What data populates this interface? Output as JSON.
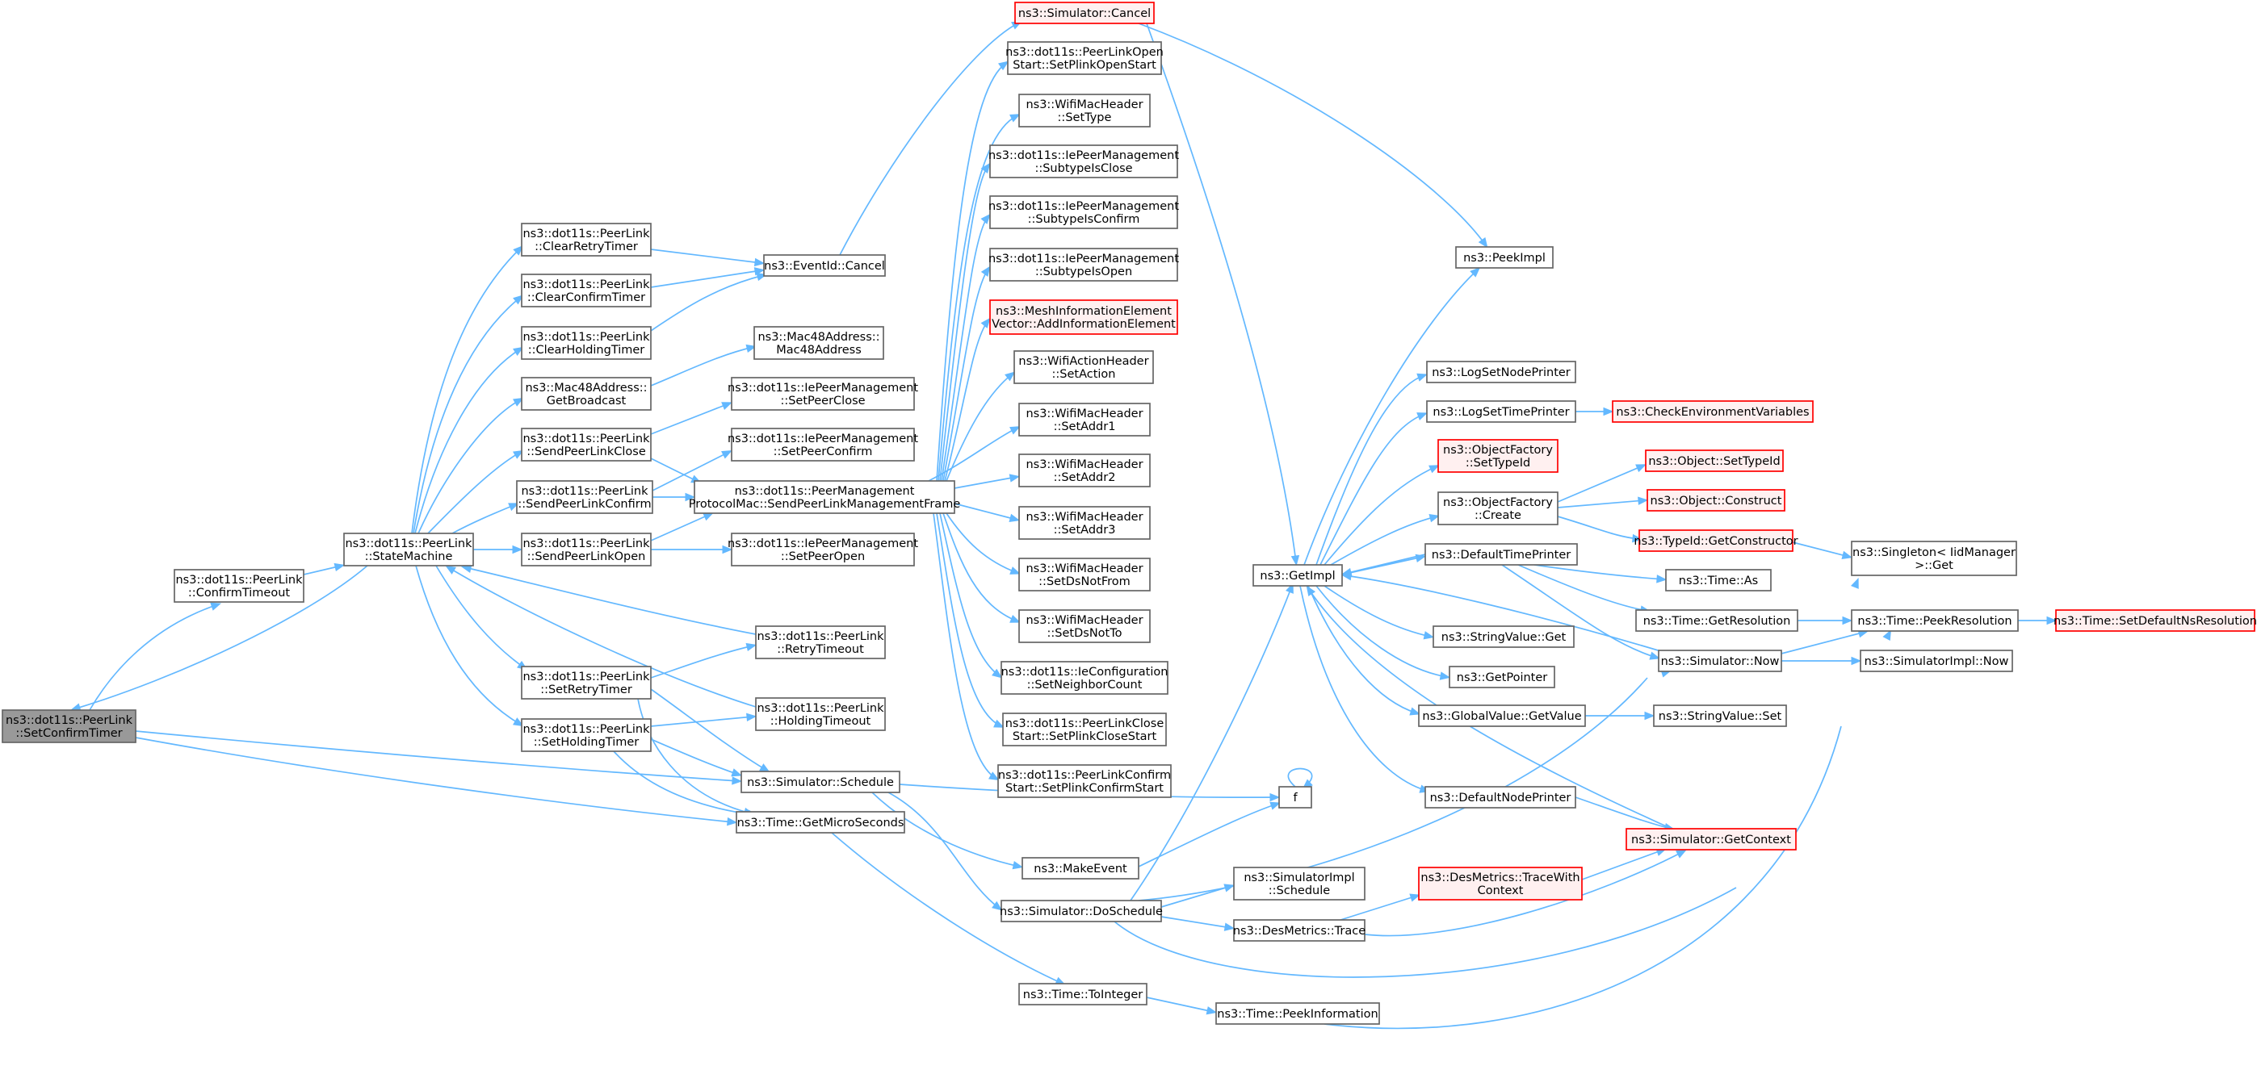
{
  "style": {
    "node_border": "#666666",
    "node_fill": "#ffffff",
    "root_fill": "#999999",
    "truncated_border": "#ff0000",
    "truncated_fill": "#fff0f0",
    "edge_color": "#63b8ff"
  },
  "nodes": [
    {
      "id": "n_setconfirmtimer",
      "lines": [
        "ns3::dot11s::PeerLink",
        "::SetConfirmTimer"
      ],
      "kind": "root"
    },
    {
      "id": "n_confirmtimeout",
      "lines": [
        "ns3::dot11s::PeerLink",
        "::ConfirmTimeout"
      ],
      "kind": "normal"
    },
    {
      "id": "n_statemachine",
      "lines": [
        "ns3::dot11s::PeerLink",
        "::StateMachine"
      ],
      "kind": "normal"
    },
    {
      "id": "n_clearretrytimer",
      "lines": [
        "ns3::dot11s::PeerLink",
        "::ClearRetryTimer"
      ],
      "kind": "normal"
    },
    {
      "id": "n_clearconfirmtimer",
      "lines": [
        "ns3::dot11s::PeerLink",
        "::ClearConfirmTimer"
      ],
      "kind": "normal"
    },
    {
      "id": "n_clearholdingtimer",
      "lines": [
        "ns3::dot11s::PeerLink",
        "::ClearHoldingTimer"
      ],
      "kind": "normal"
    },
    {
      "id": "n_getbroadcast",
      "lines": [
        "ns3::Mac48Address::",
        "GetBroadcast"
      ],
      "kind": "normal"
    },
    {
      "id": "n_sendpeerlinkclose",
      "lines": [
        "ns3::dot11s::PeerLink",
        "::SendPeerLinkClose"
      ],
      "kind": "normal"
    },
    {
      "id": "n_sendpeerlinkconfirm",
      "lines": [
        "ns3::dot11s::PeerLink",
        "::SendPeerLinkConfirm"
      ],
      "kind": "normal"
    },
    {
      "id": "n_sendpeerlinkopen",
      "lines": [
        "ns3::dot11s::PeerLink",
        "::SendPeerLinkOpen"
      ],
      "kind": "normal"
    },
    {
      "id": "n_setretrytimer",
      "lines": [
        "ns3::dot11s::PeerLink",
        "::SetRetryTimer"
      ],
      "kind": "normal"
    },
    {
      "id": "n_setholdingtimer",
      "lines": [
        "ns3::dot11s::PeerLink",
        "::SetHoldingTimer"
      ],
      "kind": "normal"
    },
    {
      "id": "n_eventidcancel",
      "lines": [
        "ns3::EventId::Cancel"
      ],
      "kind": "normal"
    },
    {
      "id": "n_mac48address",
      "lines": [
        "ns3::Mac48Address::",
        "Mac48Address"
      ],
      "kind": "normal"
    },
    {
      "id": "n_setpeerclose",
      "lines": [
        "ns3::dot11s::IePeerManagement",
        "::SetPeerClose"
      ],
      "kind": "normal"
    },
    {
      "id": "n_setpeerconfirm",
      "lines": [
        "ns3::dot11s::IePeerManagement",
        "::SetPeerConfirm"
      ],
      "kind": "normal"
    },
    {
      "id": "n_sendplmf",
      "lines": [
        "ns3::dot11s::PeerManagement",
        "ProtocolMac::SendPeerLinkManagementFrame"
      ],
      "kind": "normal"
    },
    {
      "id": "n_setpeeropen",
      "lines": [
        "ns3::dot11s::IePeerManagement",
        "::SetPeerOpen"
      ],
      "kind": "normal"
    },
    {
      "id": "n_retrytimeout",
      "lines": [
        "ns3::dot11s::PeerLink",
        "::RetryTimeout"
      ],
      "kind": "normal"
    },
    {
      "id": "n_holdingtimeout",
      "lines": [
        "ns3::dot11s::PeerLink",
        "::HoldingTimeout"
      ],
      "kind": "normal"
    },
    {
      "id": "n_simschedule",
      "lines": [
        "ns3::Simulator::Schedule"
      ],
      "kind": "normal"
    },
    {
      "id": "n_getmicroseconds",
      "lines": [
        "ns3::Time::GetMicroSeconds"
      ],
      "kind": "normal"
    },
    {
      "id": "n_simcancel",
      "lines": [
        "ns3::Simulator::Cancel"
      ],
      "kind": "truncated"
    },
    {
      "id": "n_setplinkopenstart",
      "lines": [
        "ns3::dot11s::PeerLinkOpen",
        "Start::SetPlinkOpenStart"
      ],
      "kind": "normal"
    },
    {
      "id": "n_settype",
      "lines": [
        "ns3::WifiMacHeader",
        "::SetType"
      ],
      "kind": "normal"
    },
    {
      "id": "n_subtypeisclose",
      "lines": [
        "ns3::dot11s::IePeerManagement",
        "::SubtypeIsClose"
      ],
      "kind": "normal"
    },
    {
      "id": "n_subtypeisconfirm",
      "lines": [
        "ns3::dot11s::IePeerManagement",
        "::SubtypeIsConfirm"
      ],
      "kind": "normal"
    },
    {
      "id": "n_subtypeisopen",
      "lines": [
        "ns3::dot11s::IePeerManagement",
        "::SubtypeIsOpen"
      ],
      "kind": "normal"
    },
    {
      "id": "n_addinfoelement",
      "lines": [
        "ns3::MeshInformationElement",
        "Vector::AddInformationElement"
      ],
      "kind": "truncated"
    },
    {
      "id": "n_setaction",
      "lines": [
        "ns3::WifiActionHeader",
        "::SetAction"
      ],
      "kind": "normal"
    },
    {
      "id": "n_setaddr1",
      "lines": [
        "ns3::WifiMacHeader",
        "::SetAddr1"
      ],
      "kind": "normal"
    },
    {
      "id": "n_setaddr2",
      "lines": [
        "ns3::WifiMacHeader",
        "::SetAddr2"
      ],
      "kind": "normal"
    },
    {
      "id": "n_setaddr3",
      "lines": [
        "ns3::WifiMacHeader",
        "::SetAddr3"
      ],
      "kind": "normal"
    },
    {
      "id": "n_setdsnotfrom",
      "lines": [
        "ns3::WifiMacHeader",
        "::SetDsNotFrom"
      ],
      "kind": "normal"
    },
    {
      "id": "n_setdsnotto",
      "lines": [
        "ns3::WifiMacHeader",
        "::SetDsNotTo"
      ],
      "kind": "normal"
    },
    {
      "id": "n_setneighborcount",
      "lines": [
        "ns3::dot11s::IeConfiguration",
        "::SetNeighborCount"
      ],
      "kind": "normal"
    },
    {
      "id": "n_setplinkclosestart",
      "lines": [
        "ns3::dot11s::PeerLinkClose",
        "Start::SetPlinkCloseStart"
      ],
      "kind": "normal"
    },
    {
      "id": "n_setplinkconfirmstart",
      "lines": [
        "ns3::dot11s::PeerLinkConfirm",
        "Start::SetPlinkConfirmStart"
      ],
      "kind": "normal"
    },
    {
      "id": "n_makeevent",
      "lines": [
        "ns3::MakeEvent"
      ],
      "kind": "normal"
    },
    {
      "id": "n_doschedule",
      "lines": [
        "ns3::Simulator::DoSchedule"
      ],
      "kind": "normal"
    },
    {
      "id": "n_tointeger",
      "lines": [
        "ns3::Time::ToInteger"
      ],
      "kind": "normal"
    },
    {
      "id": "n_f",
      "lines": [
        "f"
      ],
      "kind": "normal"
    },
    {
      "id": "n_getimpl",
      "lines": [
        "ns3::GetImpl"
      ],
      "kind": "normal"
    },
    {
      "id": "n_simimplschedule",
      "lines": [
        "ns3::SimulatorImpl",
        "::Schedule"
      ],
      "kind": "normal"
    },
    {
      "id": "n_desmetricstrace",
      "lines": [
        "ns3::DesMetrics::Trace"
      ],
      "kind": "normal"
    },
    {
      "id": "n_peekinformation",
      "lines": [
        "ns3::Time::PeekInformation"
      ],
      "kind": "normal"
    },
    {
      "id": "n_peekimpl",
      "lines": [
        "ns3::PeekImpl"
      ],
      "kind": "normal"
    },
    {
      "id": "n_logsetnodeprinter",
      "lines": [
        "ns3::LogSetNodePrinter"
      ],
      "kind": "normal"
    },
    {
      "id": "n_logsettimeprinter",
      "lines": [
        "ns3::LogSetTimePrinter"
      ],
      "kind": "normal"
    },
    {
      "id": "n_ofsettypeid",
      "lines": [
        "ns3::ObjectFactory",
        "::SetTypeId"
      ],
      "kind": "truncated"
    },
    {
      "id": "n_ofcreate",
      "lines": [
        "ns3::ObjectFactory",
        "::Create"
      ],
      "kind": "normal"
    },
    {
      "id": "n_defaulttimeprinter",
      "lines": [
        "ns3::DefaultTimePrinter"
      ],
      "kind": "normal"
    },
    {
      "id": "n_stringvalueget",
      "lines": [
        "ns3::StringValue::Get"
      ],
      "kind": "normal"
    },
    {
      "id": "n_getpointer",
      "lines": [
        "ns3::GetPointer"
      ],
      "kind": "normal"
    },
    {
      "id": "n_globalvalueget",
      "lines": [
        "ns3::GlobalValue::GetValue"
      ],
      "kind": "normal"
    },
    {
      "id": "n_defaultnodeprinter",
      "lines": [
        "ns3::DefaultNodePrinter"
      ],
      "kind": "normal"
    },
    {
      "id": "n_tracewithcontext",
      "lines": [
        "ns3::DesMetrics::TraceWith",
        "Context"
      ],
      "kind": "truncated"
    },
    {
      "id": "n_checkenv",
      "lines": [
        "ns3::CheckEnvironmentVariables"
      ],
      "kind": "truncated"
    },
    {
      "id": "n_objsettypeid",
      "lines": [
        "ns3::Object::SetTypeId"
      ],
      "kind": "truncated"
    },
    {
      "id": "n_objconstruct",
      "lines": [
        "ns3::Object::Construct"
      ],
      "kind": "truncated"
    },
    {
      "id": "n_getconstructor",
      "lines": [
        "ns3::TypeId::GetConstructor"
      ],
      "kind": "truncated"
    },
    {
      "id": "n_timeas",
      "lines": [
        "ns3::Time::As"
      ],
      "kind": "normal"
    },
    {
      "id": "n_getresolution",
      "lines": [
        "ns3::Time::GetResolution"
      ],
      "kind": "normal"
    },
    {
      "id": "n_simnow",
      "lines": [
        "ns3::Simulator::Now"
      ],
      "kind": "normal"
    },
    {
      "id": "n_stringvalueset",
      "lines": [
        "ns3::StringValue::Set"
      ],
      "kind": "normal"
    },
    {
      "id": "n_simgetcontext",
      "lines": [
        "ns3::Simulator::GetContext"
      ],
      "kind": "truncated"
    },
    {
      "id": "n_singletonget",
      "lines": [
        "ns3::Singleton< IidManager",
        " >::Get"
      ],
      "kind": "normal"
    },
    {
      "id": "n_peekresolution",
      "lines": [
        "ns3::Time::PeekResolution"
      ],
      "kind": "normal"
    },
    {
      "id": "n_simimplnow",
      "lines": [
        "ns3::SimulatorImpl::Now"
      ],
      "kind": "normal"
    },
    {
      "id": "n_setdefaultnsres",
      "lines": [
        "ns3::Time::SetDefaultNsResolution"
      ],
      "kind": "truncated"
    }
  ]
}
